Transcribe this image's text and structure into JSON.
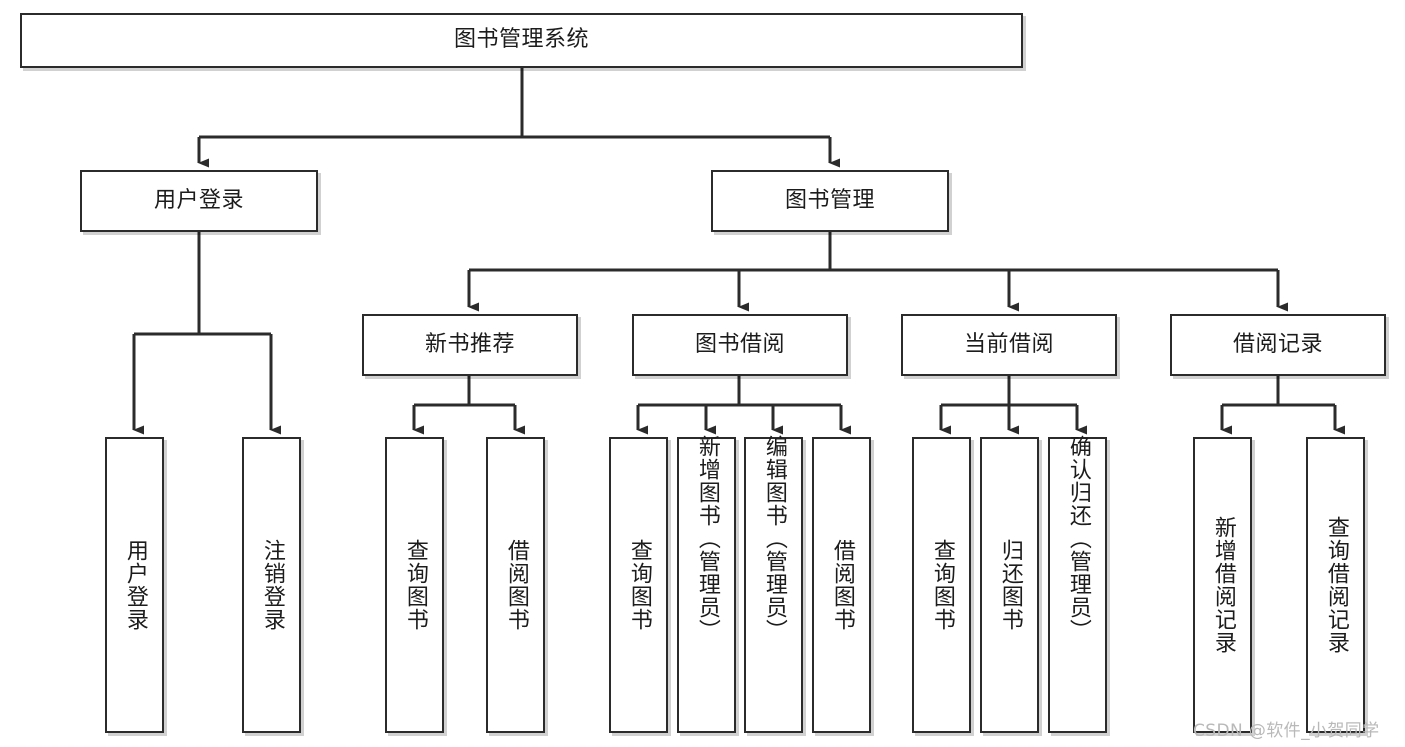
{
  "diagram": {
    "type": "tree-hierarchy",
    "title": "图书管理系统",
    "orientation": "top-down",
    "colors": {
      "box_border": "#2b2b2b",
      "box_fill": "#ffffff",
      "connector": "#2b2b2b",
      "text": "#1c1c1c",
      "watermark": "#b9b9b9",
      "background": "#ffffff"
    },
    "root": {
      "id": "root",
      "label": "图书管理系统",
      "orientation": "horizontal"
    },
    "level2": [
      {
        "id": "user-login",
        "label": "用户登录",
        "orientation": "horizontal"
      },
      {
        "id": "book-manage",
        "label": "图书管理",
        "orientation": "horizontal"
      }
    ],
    "level3": [
      {
        "id": "new-book-recommend",
        "label": "新书推荐",
        "parent": "book-manage",
        "orientation": "horizontal"
      },
      {
        "id": "book-borrow",
        "label": "图书借阅",
        "parent": "book-manage",
        "orientation": "horizontal"
      },
      {
        "id": "current-borrow",
        "label": "当前借阅",
        "parent": "book-manage",
        "orientation": "horizontal"
      },
      {
        "id": "borrow-record",
        "label": "借阅记录",
        "parent": "book-manage",
        "orientation": "horizontal"
      }
    ],
    "leaves": [
      {
        "id": "leaf-user-login",
        "label": "用户登录",
        "parent": "user-login",
        "orientation": "vertical",
        "overflow": false
      },
      {
        "id": "leaf-logout",
        "label": "注销登录",
        "parent": "user-login",
        "orientation": "vertical",
        "overflow": false
      },
      {
        "id": "leaf-query-book-1",
        "label": "查询图书",
        "parent": "new-book-recommend",
        "orientation": "vertical",
        "overflow": false
      },
      {
        "id": "leaf-borrow-book-1",
        "label": "借阅图书",
        "parent": "new-book-recommend",
        "orientation": "vertical",
        "overflow": false
      },
      {
        "id": "leaf-query-book-2",
        "label": "查询图书",
        "parent": "book-borrow",
        "orientation": "vertical",
        "overflow": false
      },
      {
        "id": "leaf-add-book",
        "label": "新增图书（管理员）",
        "parent": "book-borrow",
        "orientation": "vertical",
        "overflow": true
      },
      {
        "id": "leaf-edit-book",
        "label": "编辑图书（管理员）",
        "parent": "book-borrow",
        "orientation": "vertical",
        "overflow": true
      },
      {
        "id": "leaf-borrow-book-2",
        "label": "借阅图书",
        "parent": "book-borrow",
        "orientation": "vertical",
        "overflow": false
      },
      {
        "id": "leaf-query-book-3",
        "label": "查询图书",
        "parent": "current-borrow",
        "orientation": "vertical",
        "overflow": false
      },
      {
        "id": "leaf-return-book",
        "label": "归还图书",
        "parent": "current-borrow",
        "orientation": "vertical",
        "overflow": false
      },
      {
        "id": "leaf-confirm-return",
        "label": "确认归还（管理员）",
        "parent": "current-borrow",
        "orientation": "vertical",
        "overflow": true
      },
      {
        "id": "leaf-add-record",
        "label": "新增借阅记录",
        "parent": "borrow-record",
        "orientation": "vertical",
        "overflow": false
      },
      {
        "id": "leaf-query-record",
        "label": "查询借阅记录",
        "parent": "borrow-record",
        "orientation": "vertical",
        "overflow": false
      }
    ],
    "watermark": "CSDN @软件_小贺同学"
  }
}
